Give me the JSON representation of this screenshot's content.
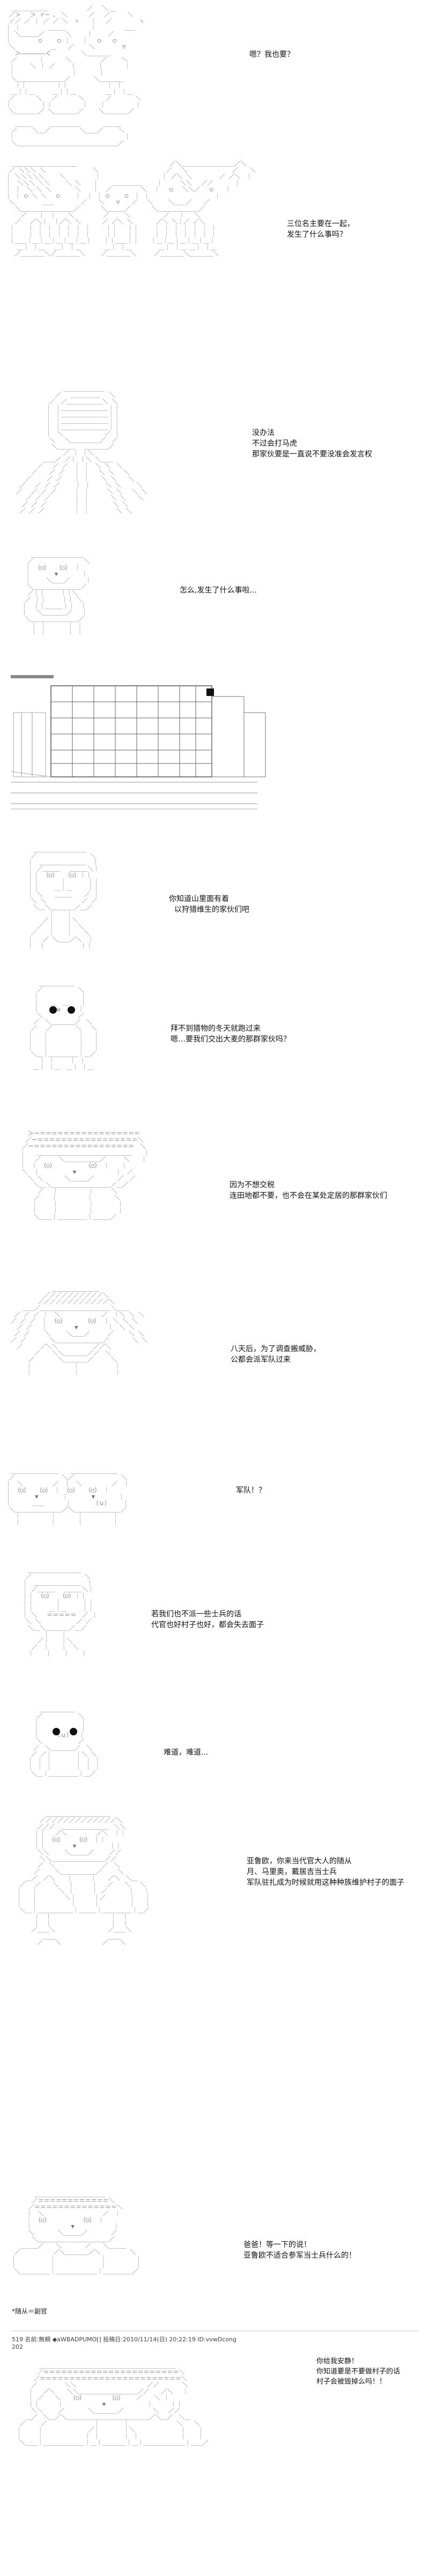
{
  "panels": [
    {
      "lines": [
        "嗯？我也要？"
      ]
    },
    {
      "lines": [
        "三位名主要在一起，",
        "发生了什么事吗？"
      ]
    },
    {
      "lines": [
        "没办法",
        "不过会打马虎",
        "那家伙要是一直说不要没准会发言权"
      ]
    },
    {
      "lines": [
        "怎么,发生了什么事啦..."
      ]
    },
    {
      "lines": []
    },
    {
      "lines": [
        "你知道山里面有着",
        "以狩猎维生的家伙们吧"
      ]
    },
    {
      "lines": [
        "拜不到猎物的冬天就跑过来",
        "嗯…要我们交出大麦的那群家伙吗？"
      ]
    },
    {
      "lines": [
        "因为不想交税",
        "连田地都不要，也不会在某处定居的那群家伙们"
      ]
    },
    {
      "lines": [
        "八天后，为了调查搬威胁，",
        "公都会派军队过来"
      ]
    },
    {
      "lines": [
        "军队！？"
      ]
    },
    {
      "lines": [
        "若我们也不派一些士兵的话",
        "代官也好村子也好，都会失去面子"
      ]
    },
    {
      "lines": [
        "难道，难道..."
      ]
    },
    {
      "lines": [
        "亚鲁欧，你来当代官大人的随从",
        "月、马里奥，戴居吉当士兵",
        "军队驻扎成为时候就用这种种族维护村子的面子"
      ]
    },
    {
      "lines": [
        "爸爸！等一下的说！",
        "亚鲁欧不适合参军当士兵什么的！"
      ]
    },
    {
      "lines": [
        "你给我安静！",
        "你知道要是不要做村子的话",
        "村子会被毁掉么吗！！"
      ]
    }
  ],
  "footnote": "*随从＝副官",
  "post_meta": "519 名前:無頼 ◆aWBADPUMO[] 投稿日:2010/11/14(日) 20:22:19 ID:vvwDcong",
  "post_meta_line2": "202"
}
